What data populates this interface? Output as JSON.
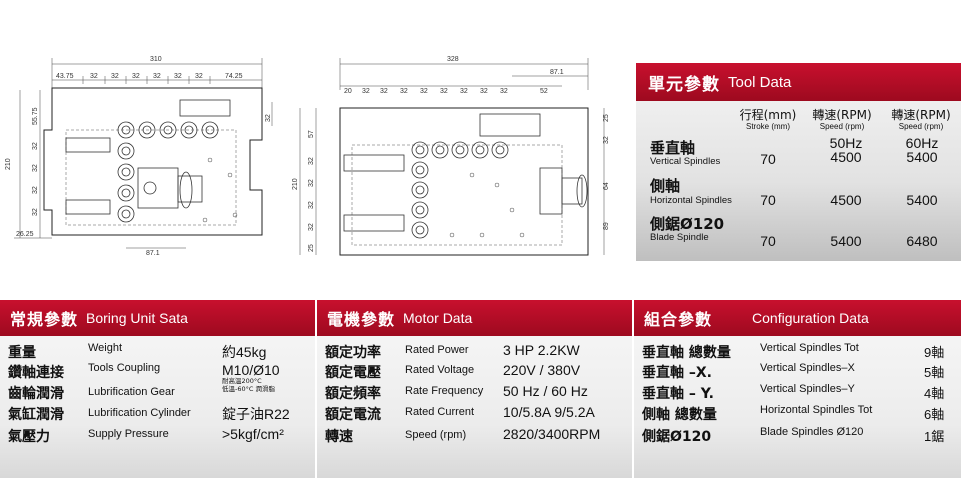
{
  "drawing_left": {
    "dims_top": [
      "310",
      "43.75",
      "32",
      "32",
      "32",
      "32",
      "32",
      "32",
      "74.25"
    ],
    "dims_left": [
      "55.75",
      "32",
      "32",
      "32",
      "32",
      "210"
    ],
    "dims_right": [
      "32"
    ],
    "dims_bottom": [
      "26.25",
      "87.1"
    ]
  },
  "drawing_right": {
    "dims_top": [
      "328",
      "87.1",
      "20",
      "32",
      "32",
      "32",
      "32",
      "32",
      "32",
      "32",
      "32",
      "52"
    ],
    "dims_left": [
      "57",
      "32",
      "32",
      "32",
      "32",
      "25",
      "210"
    ],
    "dims_right": [
      "25",
      "32",
      "64",
      "89"
    ]
  },
  "tool": {
    "title_zh": "單元參數",
    "title_en": "Tool Data",
    "headers": [
      {
        "zh": "行程(mm)",
        "en": "Stroke (mm)"
      },
      {
        "zh": "轉速(RPM)",
        "en": "Speed (rpm)"
      },
      {
        "zh": "轉速(RPM)",
        "en": "Speed (rpm)"
      }
    ],
    "hz": [
      "50Hz",
      "60Hz"
    ],
    "rows": [
      {
        "zh": "垂直軸",
        "en": "Vertical Spindles",
        "stroke": "70",
        "s50": "4500",
        "s60": "5400"
      },
      {
        "zh": "側軸",
        "en": "Horizontal Spindles",
        "stroke": "70",
        "s50": "4500",
        "s60": "5400"
      },
      {
        "zh": "側鋸Ø120",
        "en": "Blade Spindle",
        "stroke": "70",
        "s50": "5400",
        "s60": "6480"
      }
    ]
  },
  "boring": {
    "title_zh": "常規參數",
    "title_en": "Boring Unit Sata",
    "rows": [
      {
        "zh": "重量",
        "en": "Weight",
        "val": "約45kg"
      },
      {
        "zh": "鑽軸連接",
        "en": "Tools Coupling",
        "val": "M10/Ø10"
      },
      {
        "zh": "齒輪潤滑",
        "en": "Lubrification Gear",
        "val": "",
        "note1": "耐高溫200°C",
        "note2": "低溫-60°C 潤滑脂"
      },
      {
        "zh": "氣缸潤滑",
        "en": "Lubrification Cylinder",
        "val": "錠子油R22"
      },
      {
        "zh": "氣壓力",
        "en": "Supply Pressure",
        "val": ">5kgf/cm²"
      }
    ]
  },
  "motor": {
    "title_zh": "電機參數",
    "title_en": "Motor Data",
    "rows": [
      {
        "zh": "額定功率",
        "en": "Rated Power",
        "val": "3 HP  2.2KW"
      },
      {
        "zh": "額定電壓",
        "en": "Rated Voltage",
        "val": "220V / 380V"
      },
      {
        "zh": "額定頻率",
        "en": "Rate Frequency",
        "val": "50 Hz / 60 Hz"
      },
      {
        "zh": "額定電流",
        "en": "Rated Current",
        "val": "10/5.8A  9/5.2A"
      },
      {
        "zh": "轉速",
        "en": "Speed (rpm)",
        "val": "2820/3400RPM"
      }
    ]
  },
  "config": {
    "title_zh": "組合參數",
    "title_en": "Configuration Data",
    "rows": [
      {
        "zh": "垂直軸 總數量",
        "en": "Vertical Spindles Tot",
        "val": "9軸"
      },
      {
        "zh": "垂直軸 –X.",
        "en": "Vertical Spindles–X",
        "val": "5軸"
      },
      {
        "zh": "垂直軸 – Y.",
        "en": "Vertical Spindles–Y",
        "val": "4軸"
      },
      {
        "zh": "側軸 總數量",
        "en": "Horizontal Spindles Tot",
        "val": "6軸"
      },
      {
        "zh": "側鋸Ø120",
        "en": "Blade Spindles Ø120",
        "val": "1鋸"
      }
    ]
  }
}
